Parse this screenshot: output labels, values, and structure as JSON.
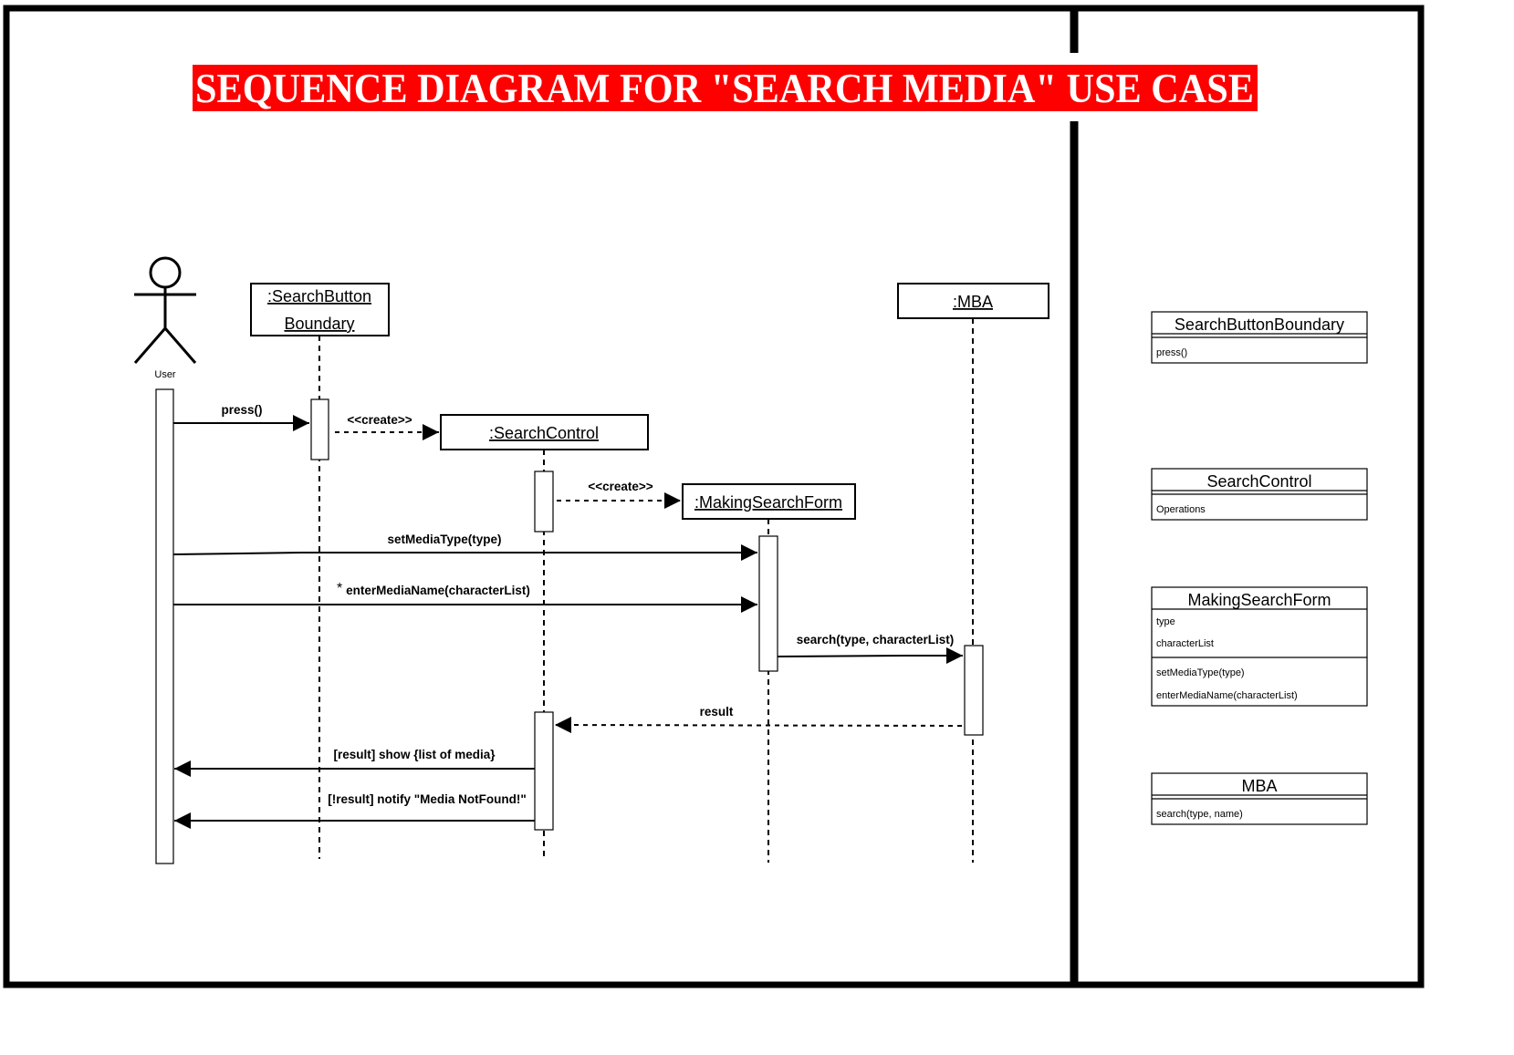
{
  "title": "SEQUENCE DIAGRAM FOR \"SEARCH MEDIA\" USE CASE",
  "colors": {
    "title_bg": "#ff0000",
    "title_text": "#ffffff",
    "frame": "#000000"
  },
  "actor": {
    "label": "User",
    "icon": "stick-figure-icon"
  },
  "lifelines": {
    "search_button_boundary": {
      "line1": ":SearchButton",
      "line2": "Boundary"
    },
    "search_control": {
      "label": ":SearchControl"
    },
    "making_search_form": {
      "label": ":MakingSearchForm"
    },
    "mba": {
      "label": ":MBA"
    }
  },
  "messages": {
    "press": "press()",
    "create_control": "<<create>>",
    "create_form": "<<create>>",
    "set_media_type": "setMediaType(type)",
    "enter_media_name_marker": "*",
    "enter_media_name": "enterMediaName(characterList)",
    "search": "search(type, characterList)",
    "result": "result",
    "show": "[result] show {list of media}",
    "notify": "[!result] notify \"Media NotFound!\""
  },
  "classes": {
    "search_button_boundary": {
      "name": "SearchButtonBoundary",
      "ops": [
        "press()"
      ]
    },
    "search_control": {
      "name": "SearchControl",
      "ops": [
        "Operations"
      ]
    },
    "making_search_form": {
      "name": "MakingSearchForm",
      "attrs": [
        "type",
        "characterList"
      ],
      "ops": [
        "setMediaType(type)",
        "enterMediaName(characterList)"
      ]
    },
    "mba": {
      "name": "MBA",
      "ops": [
        "search(type, name)"
      ]
    }
  }
}
